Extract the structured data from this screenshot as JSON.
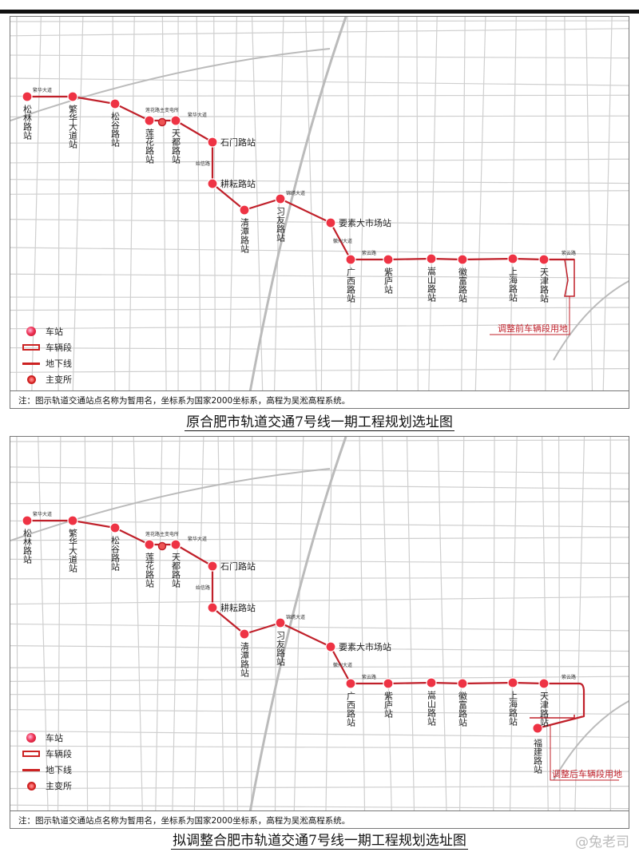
{
  "colors": {
    "line": "#c0202a",
    "road": "#cfcfcf",
    "callout": "#c0202a"
  },
  "stations": [
    "松林路站",
    "繁华大道站",
    "松谷路站",
    "莲花路站",
    "天都路站",
    "石门路站",
    "耕耘路站",
    "清潭路站",
    "习友路站",
    "要素大市场站",
    "广西路站",
    "紫庐站",
    "嵩山路站",
    "徽富路站",
    "上海路站",
    "天津路站"
  ],
  "substation": "莲花路主变电所",
  "roads": {
    "fanhua": "繁华大道",
    "shixin": "始信路",
    "jinxiu": "锦绣大道",
    "huizhou": "徽州大道",
    "ziyun": "紫云路",
    "ziyun2": "紫云路"
  },
  "legend": {
    "station": "车站",
    "depot": "车辆段",
    "underground": "地下线",
    "substation": "主变所"
  },
  "note": "注：图示轨道交通站点名称为暂用名，坐标系为国家2000坐标系，高程为吴淞高程系统。",
  "panels": [
    {
      "title": "原合肥市轨道交通7号线一期工程规划选址图",
      "callout": "调整前车辆段用地"
    },
    {
      "title": "拟调整合肥市轨道交通7号线一期工程规划选址图",
      "callout": "调整后车辆段用地",
      "extra_station": "福建路站"
    }
  ],
  "watermark": "@兔老司"
}
